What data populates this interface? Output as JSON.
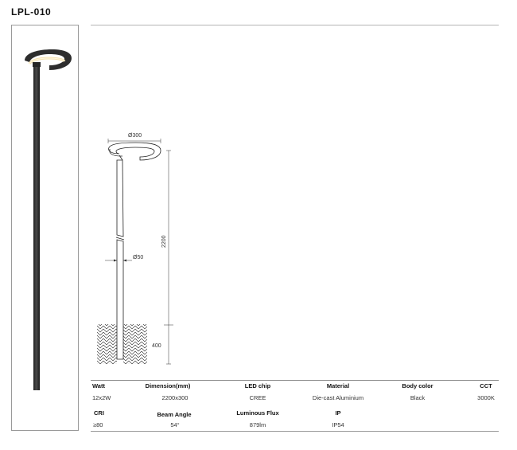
{
  "product": {
    "model_code": "LPL-010"
  },
  "drawing": {
    "head_diameter": "Ø300",
    "pole_diameter": "Ø50",
    "height_above_ground": "2200",
    "buried_depth": "400"
  },
  "specs": {
    "row1": [
      {
        "key": "watt",
        "header": "Watt",
        "value": "12x2W"
      },
      {
        "key": "dimension",
        "header": "Dimension(mm)",
        "value": "2200x300"
      },
      {
        "key": "led-chip",
        "header": "LED chip",
        "value": "CREE"
      },
      {
        "key": "material",
        "header": "Material",
        "value": "Die-cast Aluminium"
      },
      {
        "key": "body-color",
        "header": "Body color",
        "value": "Black"
      },
      {
        "key": "cct",
        "header": "CCT",
        "value": "3000K"
      }
    ],
    "row2": [
      {
        "key": "cri",
        "header": "CRI",
        "value": "≥80"
      },
      {
        "key": "beam-angle",
        "header": "Beam Angle",
        "value": "54°"
      },
      {
        "key": "luminous-flux",
        "header": "Luminous Flux",
        "value": "879lm"
      },
      {
        "key": "ip",
        "header": "IP",
        "value": "IP54"
      }
    ]
  }
}
